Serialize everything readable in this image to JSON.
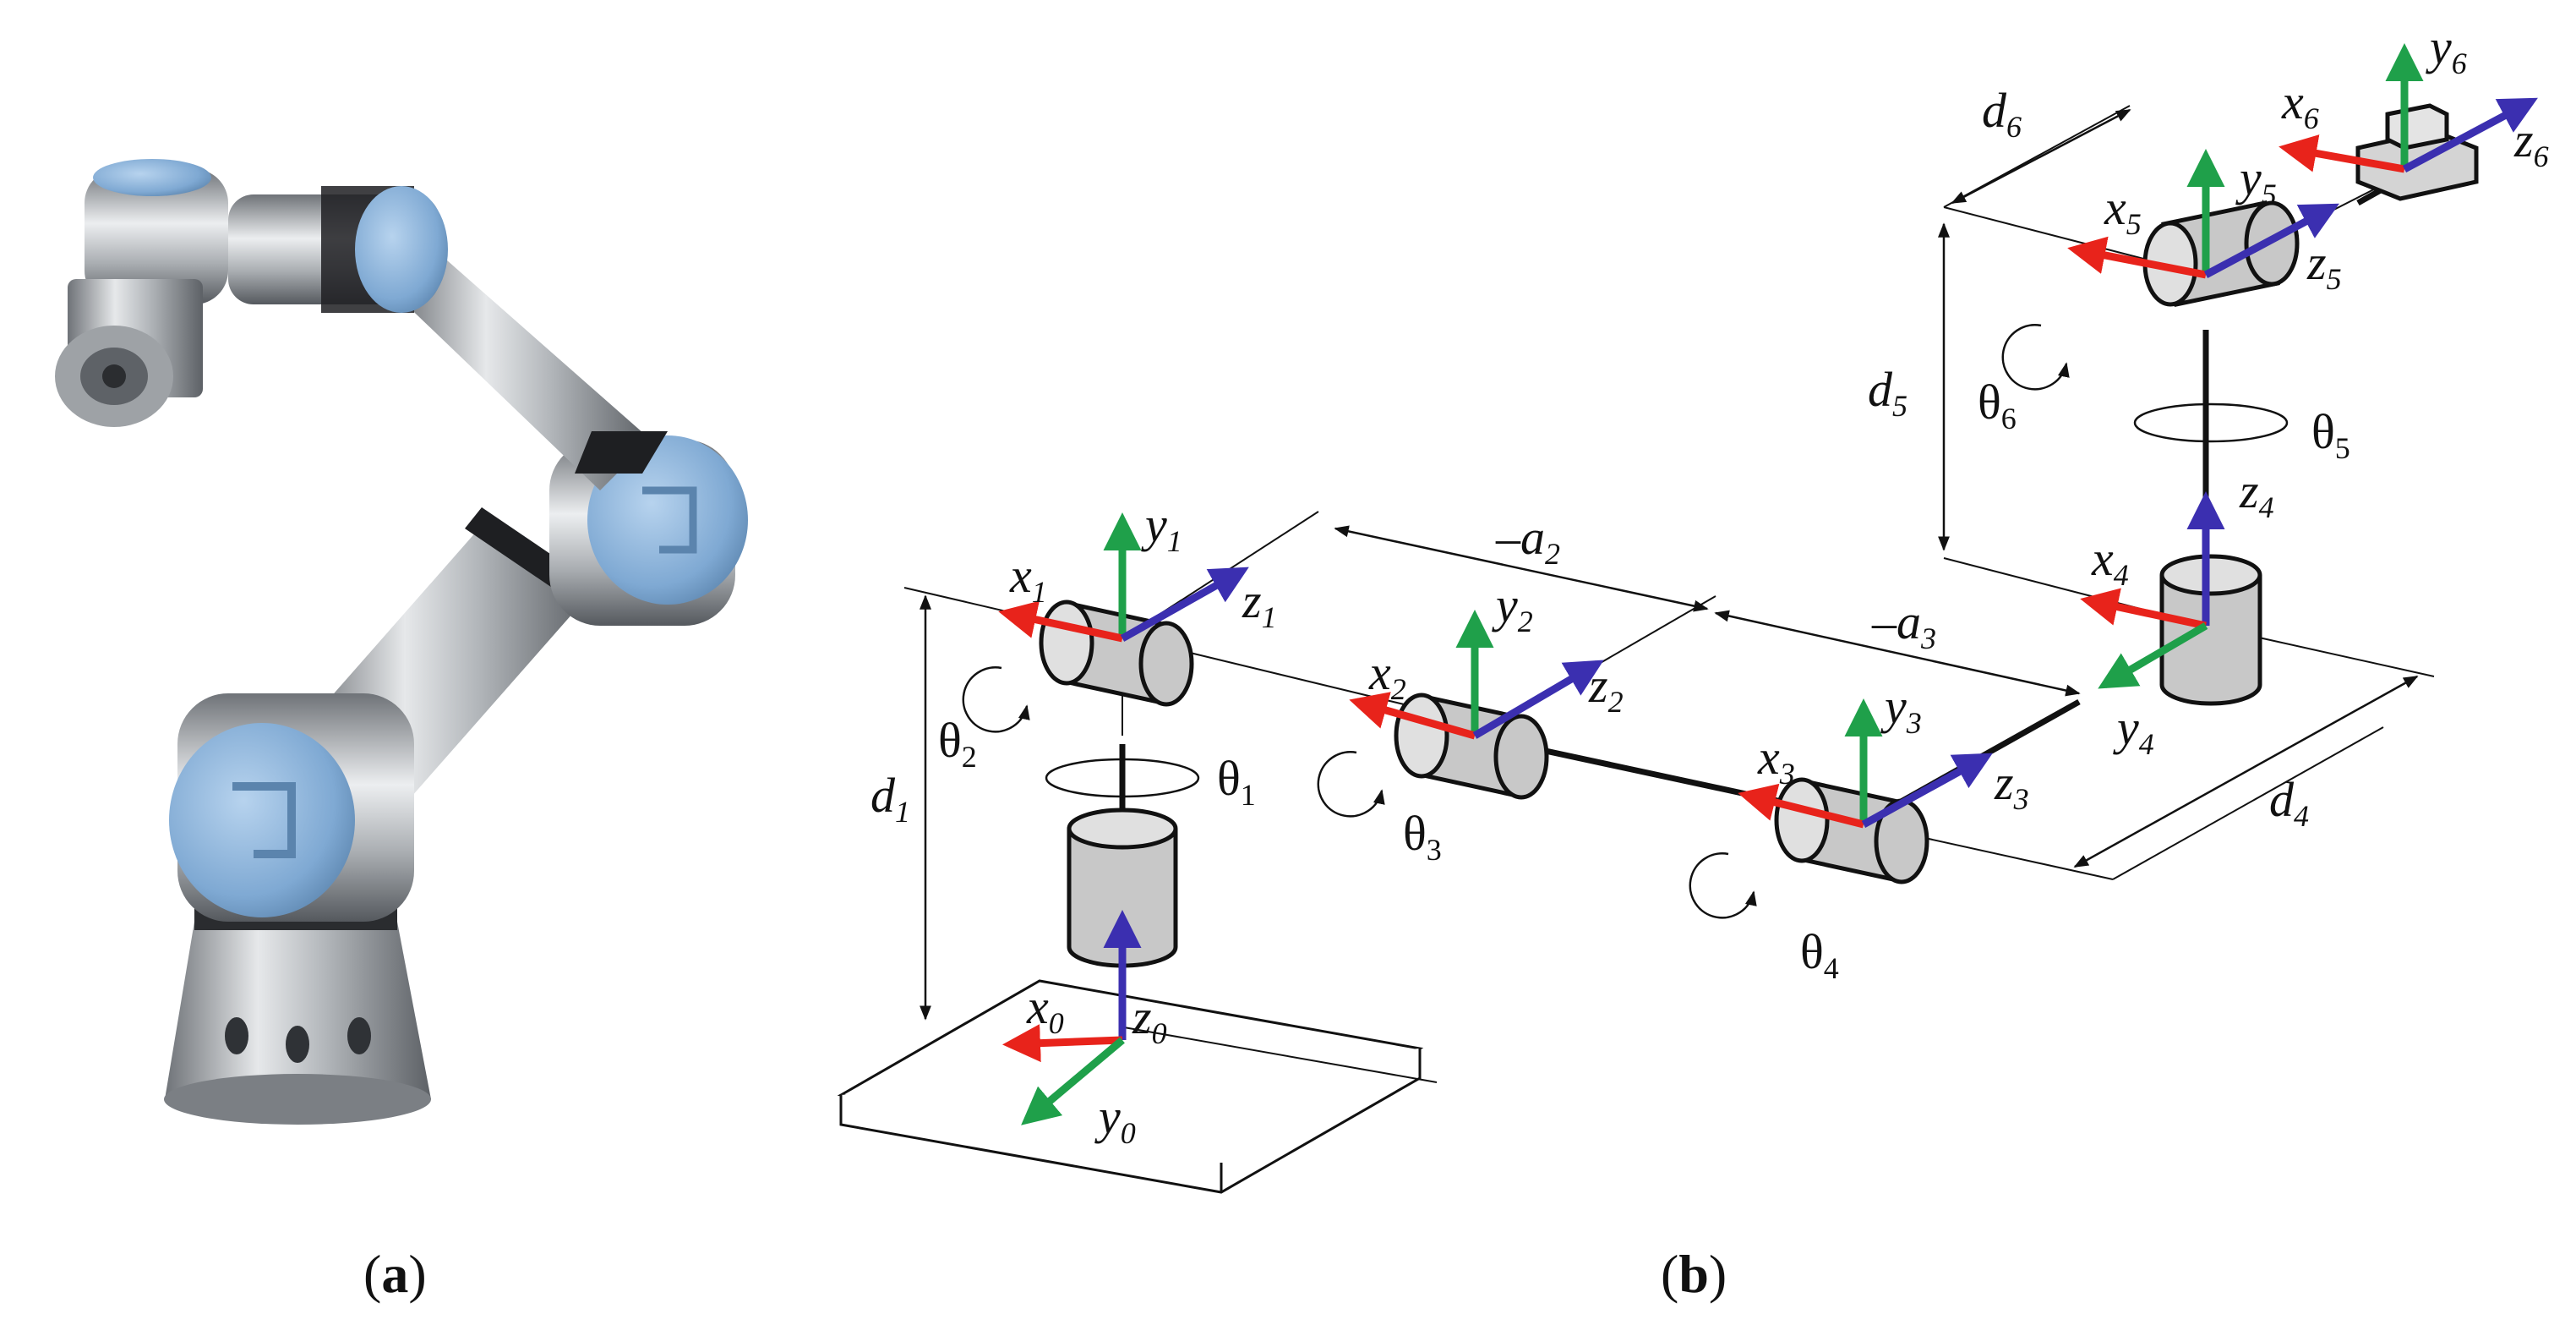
{
  "captions": {
    "a": "a",
    "b": "b"
  },
  "colors": {
    "x_axis": "#e8231b",
    "y_axis": "#1fa04a",
    "z_axis": "#3b2fb0",
    "cylinder": "#c8c8c8",
    "cap_blue": "#8db6dd",
    "link": "#111111"
  },
  "frames": [
    {
      "x": "x",
      "x_sub": "0",
      "y": "y",
      "y_sub": "0",
      "z": "z",
      "z_sub": "0"
    },
    {
      "x": "x",
      "x_sub": "1",
      "y": "y",
      "y_sub": "1",
      "z": "z",
      "z_sub": "1"
    },
    {
      "x": "x",
      "x_sub": "2",
      "y": "y",
      "y_sub": "2",
      "z": "z",
      "z_sub": "2"
    },
    {
      "x": "x",
      "x_sub": "3",
      "y": "y",
      "y_sub": "3",
      "z": "z",
      "z_sub": "3"
    },
    {
      "x": "x",
      "x_sub": "4",
      "y": "y",
      "y_sub": "4",
      "z": "z",
      "z_sub": "4"
    },
    {
      "x": "x",
      "x_sub": "5",
      "y": "y",
      "y_sub": "5",
      "z": "z",
      "z_sub": "5"
    },
    {
      "x": "x",
      "x_sub": "6",
      "y": "y",
      "y_sub": "6",
      "z": "z",
      "z_sub": "6"
    }
  ],
  "joint_angles": [
    {
      "sym": "θ",
      "sub": "1"
    },
    {
      "sym": "θ",
      "sub": "2"
    },
    {
      "sym": "θ",
      "sub": "3"
    },
    {
      "sym": "θ",
      "sub": "4"
    },
    {
      "sym": "θ",
      "sub": "5"
    },
    {
      "sym": "θ",
      "sub": "6"
    }
  ],
  "dh_params": [
    {
      "sym": "d",
      "sub": "1"
    },
    {
      "sym": "–a",
      "sub": "2"
    },
    {
      "sym": "–a",
      "sub": "3"
    },
    {
      "sym": "d",
      "sub": "4"
    },
    {
      "sym": "d",
      "sub": "5"
    },
    {
      "sym": "d",
      "sub": "6"
    }
  ]
}
